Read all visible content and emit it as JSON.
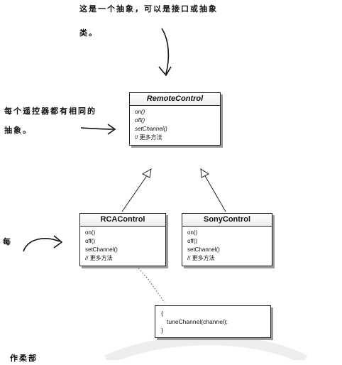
{
  "annotations": {
    "top_line1": "这是一个抽象，可以是接口或抽象",
    "top_line2": "类。",
    "left_line1": "每个遥控器都有相同的",
    "left_line2": "抽象。",
    "left_mid": "每",
    "bottom_left": "作柔部"
  },
  "classes": {
    "remote": {
      "name": "RemoteControl",
      "methods": [
        "on()",
        "off()",
        "setChannel()",
        "// 更多方法"
      ]
    },
    "rca": {
      "name": "RCAControl",
      "methods": [
        "on()",
        "off()",
        "setChannel()",
        "// 更多方法"
      ]
    },
    "sony": {
      "name": "SonyControl",
      "methods": [
        "on()",
        "off()",
        "setChannel()",
        "// 更多方法"
      ]
    }
  },
  "note": {
    "lines": [
      "{",
      "tuneChannel(channel);",
      "}"
    ]
  }
}
